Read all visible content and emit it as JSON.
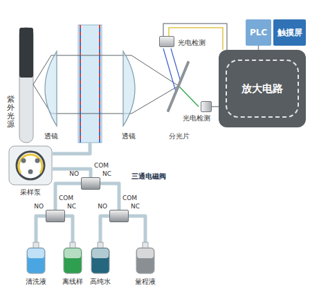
{
  "diagram": {
    "nodes": [
      {
        "text": [
          "紫外光源"
        ]
      },
      {
        "text": [
          "透镜"
        ]
      },
      {
        "text": [
          "透镜"
        ]
      },
      {
        "text": [
          "光电检测"
        ]
      },
      {
        "text": [
          "PLC"
        ]
      },
      {
        "text": [
          "触摸屏"
        ]
      },
      {
        "text": [
          "放大电路"
        ]
      },
      {
        "text": [
          "分光片"
        ]
      },
      {
        "text": [
          "光电检测"
        ]
      },
      {
        "text": [
          "采样泵"
        ]
      },
      {
        "text": [
          "COM",
          "NO",
          "NC"
        ]
      },
      {
        "text": [
          "COM",
          "NO",
          "NC"
        ]
      },
      {
        "text": [
          "COM",
          "NO",
          "NC"
        ]
      },
      {
        "text": [
          "清洗液"
        ]
      },
      {
        "text": [
          "离线样"
        ]
      },
      {
        "text": [
          "高纯水"
        ]
      },
      {
        "text": [
          "量程液"
        ]
      }
    ],
    "edges": [
      {
        "from": 3,
        "to": 6,
        "arrow": "none"
      },
      {
        "from": 8,
        "to": 6,
        "arrow": "none"
      },
      {
        "from": 4,
        "to": 6,
        "arrow": "none"
      },
      {
        "from": 9,
        "to": 10,
        "arrow": "none"
      },
      {
        "from": 10,
        "to": 11,
        "arrow": "none"
      },
      {
        "from": 10,
        "to": 12,
        "arrow": "none"
      },
      {
        "from": 11,
        "to": 13,
        "arrow": "none"
      },
      {
        "from": 11,
        "to": 14,
        "arrow": "none"
      },
      {
        "from": 12,
        "to": 15,
        "arrow": "none"
      },
      {
        "from": 12,
        "to": 16,
        "arrow": "none"
      }
    ],
    "labels": [
      "三通电磁阀"
    ]
  }
}
